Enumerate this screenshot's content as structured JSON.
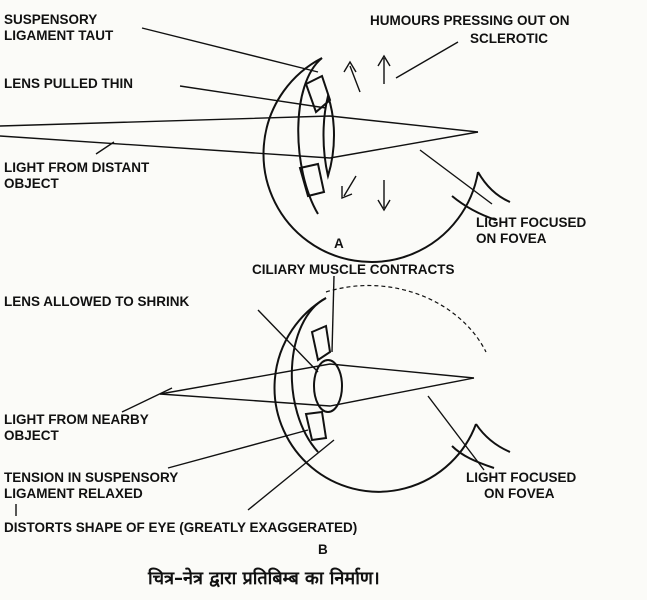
{
  "diagram_a": {
    "label_suspensory": [
      "SUSPENSORY",
      "LIGAMENT TAUT"
    ],
    "label_humours": [
      "HUMOURS PRESSING OUT ON",
      "SCLEROTIC"
    ],
    "label_lens": "LENS PULLED THIN",
    "label_light": [
      "LIGHT  FROM DISTANT",
      "OBJECT"
    ],
    "label_focus": [
      "LIGHT FOCUSED",
      "ON FOVEA"
    ],
    "tag": "A"
  },
  "diagram_b": {
    "label_ciliary": "CILIARY MUSCLE CONTRACTS",
    "label_lens": "LENS  ALLOWED TO SHRINK",
    "label_light": [
      "LIGHT FROM NEARBY",
      "OBJECT"
    ],
    "label_tension": [
      "TENSION IN  SUSPENSORY",
      "LIGAMENT RELAXED"
    ],
    "label_focus": [
      "LIGHT FOCUSED",
      "ON FOVEA"
    ],
    "label_distorts": "DISTORTS SHAPE OF EYE (GREATLY  EXAGGERATED)",
    "tag": "B"
  },
  "caption": "चित्र–नेत्र द्वारा प्रतिबिम्ब का निर्माण।"
}
